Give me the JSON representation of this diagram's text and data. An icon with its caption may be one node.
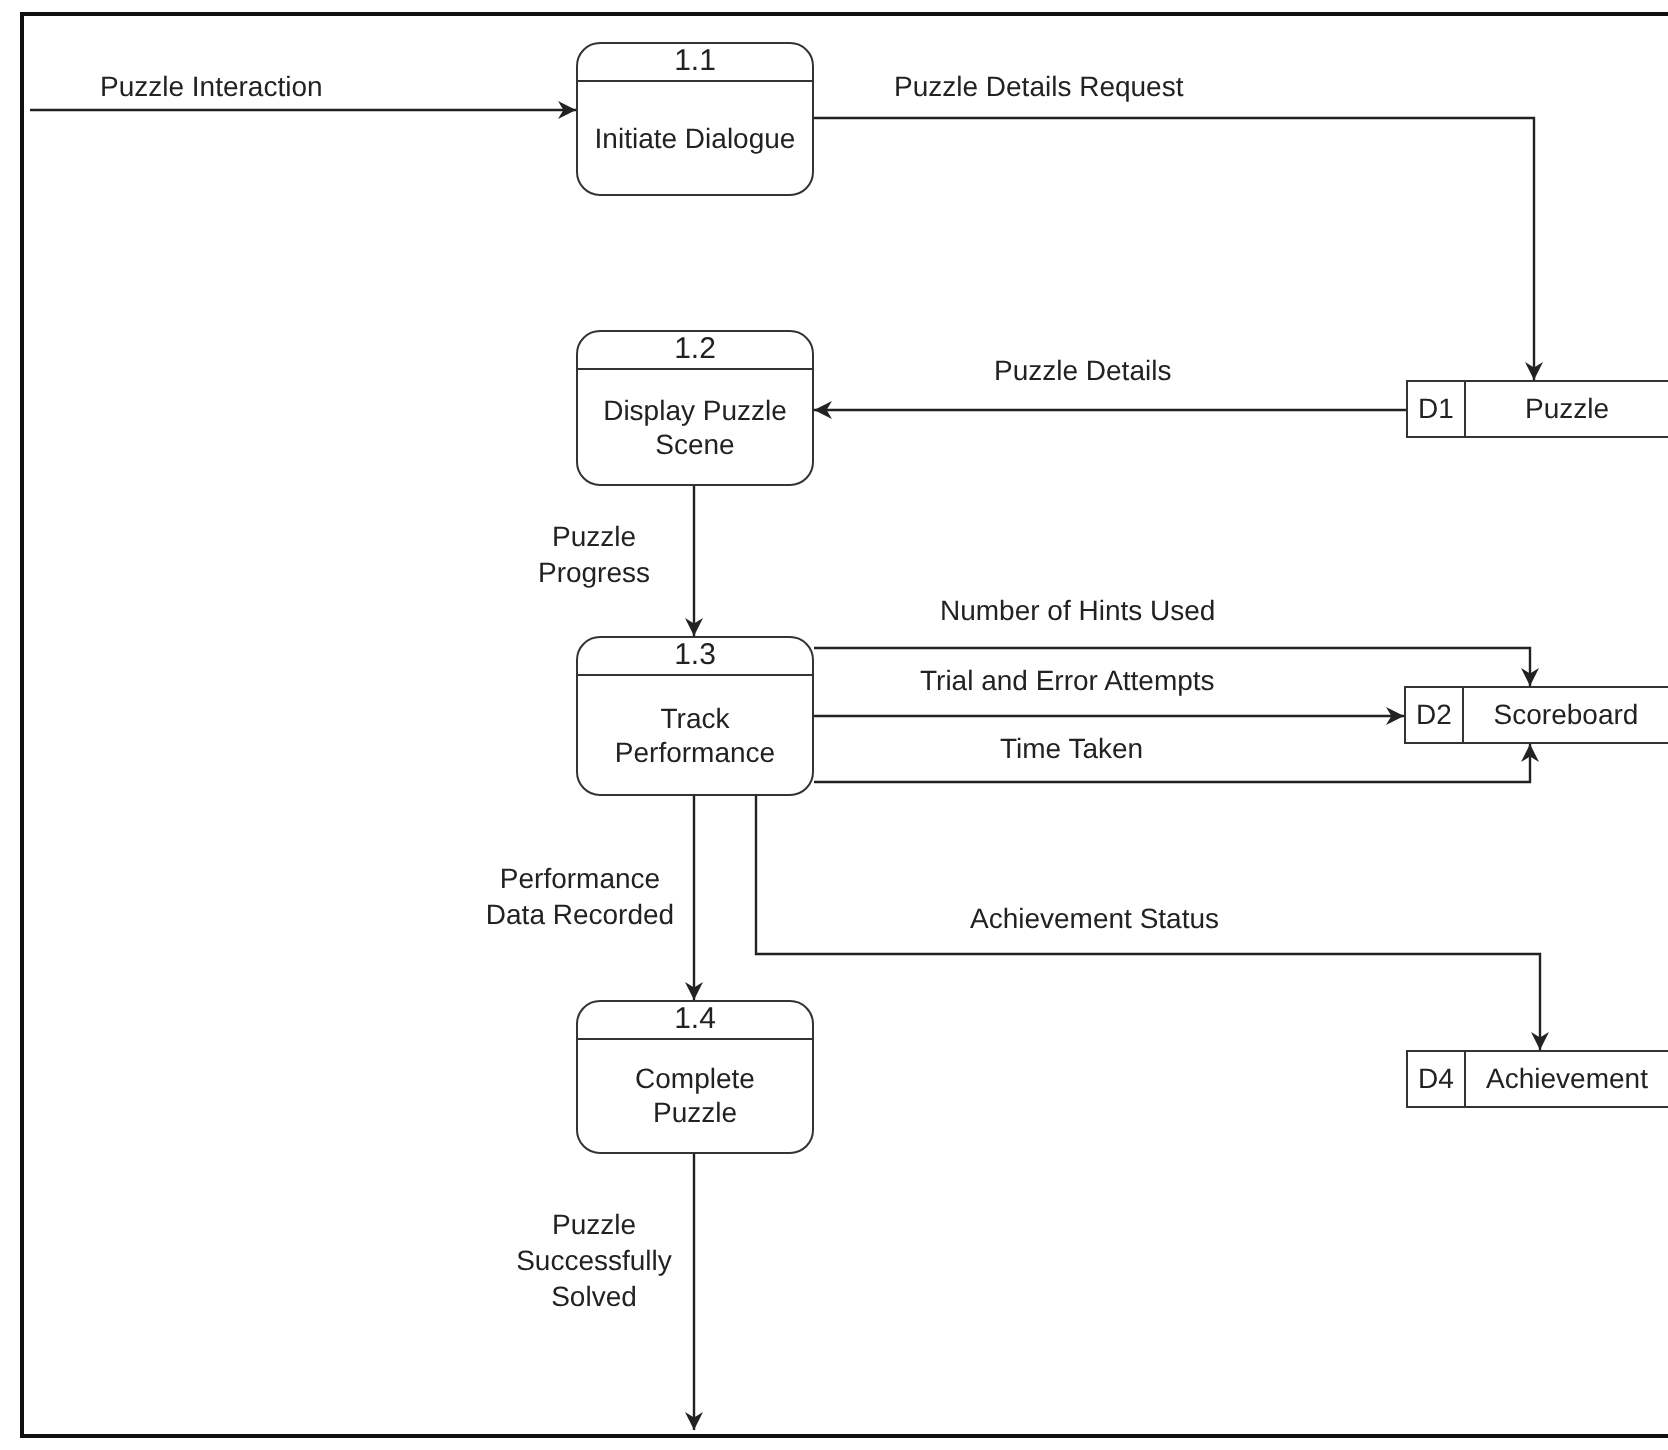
{
  "diagram": {
    "nodes": [
      {
        "text": [
          "1.1",
          "Initiate Dialogue"
        ]
      },
      {
        "text": [
          "1.2",
          "Display Puzzle Scene"
        ]
      },
      {
        "text": [
          "1.3",
          "Track Performance"
        ]
      },
      {
        "text": [
          "1.4",
          "Complete Puzzle"
        ]
      },
      {
        "text": [
          "D1",
          "Puzzle"
        ]
      },
      {
        "text": [
          "D2",
          "Scoreboard"
        ]
      },
      {
        "text": [
          "D4",
          "Achievement"
        ]
      }
    ],
    "edges": [
      {
        "from": null,
        "to": 0,
        "arrow": "to",
        "label": "Puzzle Interaction"
      },
      {
        "from": 0,
        "to": 4,
        "arrow": "to",
        "label": "Puzzle Details Request"
      },
      {
        "from": 4,
        "to": 1,
        "arrow": "to",
        "label": "Puzzle Details"
      },
      {
        "from": 1,
        "to": 2,
        "arrow": "to",
        "label": "Puzzle Progress"
      },
      {
        "from": 2,
        "to": 5,
        "arrow": "to",
        "label": "Number of Hints Used"
      },
      {
        "from": 2,
        "to": 5,
        "arrow": "to",
        "label": "Trial and Error Attempts"
      },
      {
        "from": 2,
        "to": 5,
        "arrow": "to",
        "label": "Time Taken"
      },
      {
        "from": 2,
        "to": 3,
        "arrow": "to",
        "label": "Performance Data Recorded"
      },
      {
        "from": 2,
        "to": 6,
        "arrow": "to",
        "label": "Achievement Status"
      },
      {
        "from": 3,
        "to": null,
        "arrow": "to",
        "label": "Puzzle Successfully Solved"
      }
    ]
  }
}
